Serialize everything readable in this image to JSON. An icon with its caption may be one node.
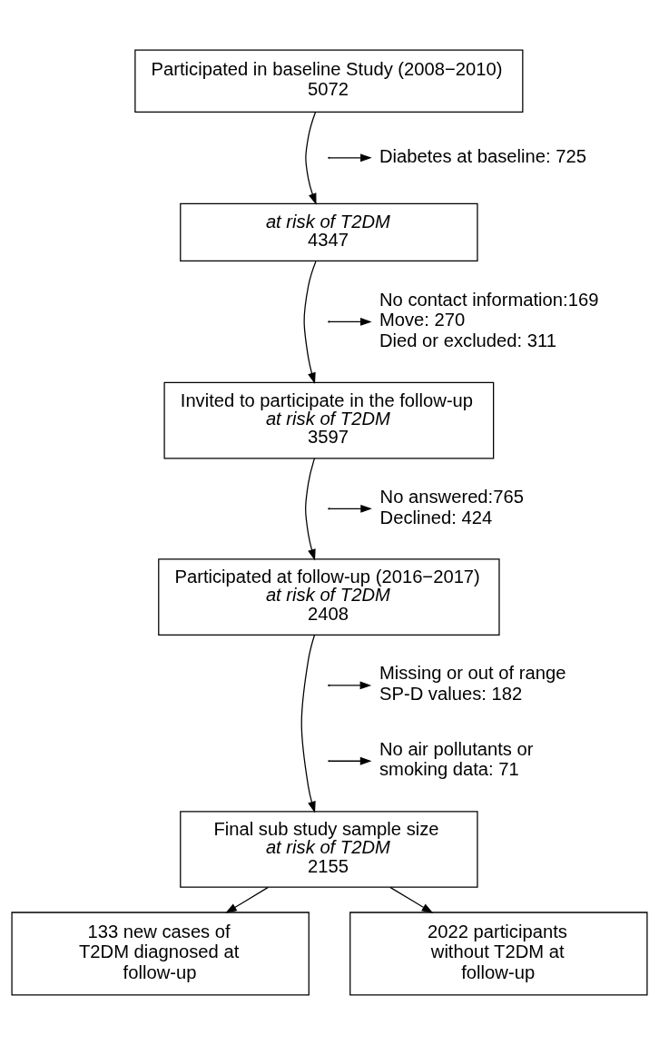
{
  "diagram": {
    "nodes": [
      {
        "text": [
          "Participated in baseline Study (2008−2010)",
          "5072"
        ]
      },
      {
        "text": [
          "Diabetes at baseline: 725"
        ]
      },
      {
        "text": [
          "at risk of T2DM",
          "4347"
        ]
      },
      {
        "text": [
          "No contact information:169",
          "Move: 270",
          "Died or excluded: 311"
        ]
      },
      {
        "text": [
          "Invited to participate in the follow-up",
          "at risk of T2DM",
          "3597"
        ]
      },
      {
        "text": [
          "No answered:765",
          "Declined: 424"
        ]
      },
      {
        "text": [
          "Participated at follow-up (2016−2017)",
          "at risk of T2DM",
          "2408"
        ]
      },
      {
        "text": [
          "Missing or out of range SP-D values: 182"
        ]
      },
      {
        "text": [
          "No air pollutants or smoking data: 71"
        ]
      },
      {
        "text": [
          "Final sub study sample size",
          "at risk of T2DM",
          "2155"
        ]
      },
      {
        "text": [
          "133 new cases of T2DM diagnosed at follow-up"
        ]
      },
      {
        "text": [
          "2022 participants without T2DM at follow-up"
        ]
      }
    ],
    "edges": [
      {
        "from": 0,
        "to": 2,
        "arrow": "to"
      },
      {
        "from": null,
        "to": 1,
        "arrow": "to"
      },
      {
        "from": 2,
        "to": 4,
        "arrow": "to"
      },
      {
        "from": null,
        "to": 3,
        "arrow": "to"
      },
      {
        "from": 4,
        "to": 6,
        "arrow": "to"
      },
      {
        "from": null,
        "to": 5,
        "arrow": "to"
      },
      {
        "from": 6,
        "to": 9,
        "arrow": "to"
      },
      {
        "from": null,
        "to": 7,
        "arrow": "to"
      },
      {
        "from": null,
        "to": 8,
        "arrow": "to"
      },
      {
        "from": 9,
        "to": 10,
        "arrow": "to"
      },
      {
        "from": 9,
        "to": 11,
        "arrow": "to"
      }
    ]
  }
}
